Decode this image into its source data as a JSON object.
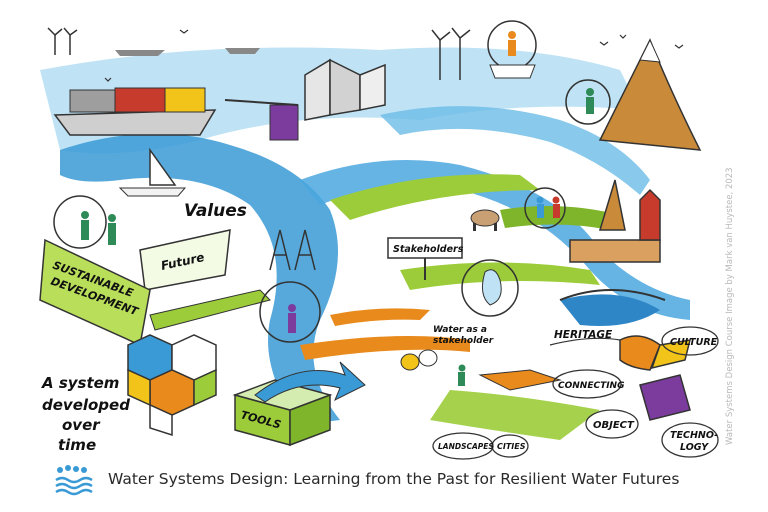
{
  "colors": {
    "water": "#3a9ad6",
    "water_light": "#9fd3ef",
    "green": "#9ccc3a",
    "orange": "#e98a1c",
    "purple": "#7b3c9e",
    "red": "#c63b2c",
    "yellow": "#f2c318"
  },
  "labels": {
    "values": "Values",
    "sustainable_line1": "SUSTAINABLE",
    "sustainable_line2": "DEVELOPMENT",
    "future": "Future",
    "stakeholders": "Stakeholders",
    "water_stakeholder_line1": "Water as a",
    "water_stakeholder_line2": "stakeholder",
    "heritage": "HERITAGE",
    "culture": "CULTURE",
    "connecting": "CONNECTING",
    "object": "OBJECT",
    "technology_line1": "TECHNO-",
    "technology_line2": "LOGY",
    "tools": "TOOLS",
    "landscapes": "LANDSCAPES",
    "cities": "CITIES",
    "system_line1": "A system",
    "system_line2": "developed",
    "system_line3": "over",
    "system_line4": "time"
  },
  "caption": "Water Systems Design: Learning from the Past for Resilient Water Futures",
  "credit": "Water Systems Design Course Image by Mark van Huystee, 2023",
  "icons": [
    "logo-waves-icon",
    "wind-turbine-icon",
    "sailboat-icon",
    "cargo-ship-icon",
    "mountain-icon",
    "person-icon",
    "cow-icon",
    "windmill-icon",
    "crane-icon",
    "pylon-icon",
    "masks-icon",
    "puzzle-piece-icon"
  ]
}
